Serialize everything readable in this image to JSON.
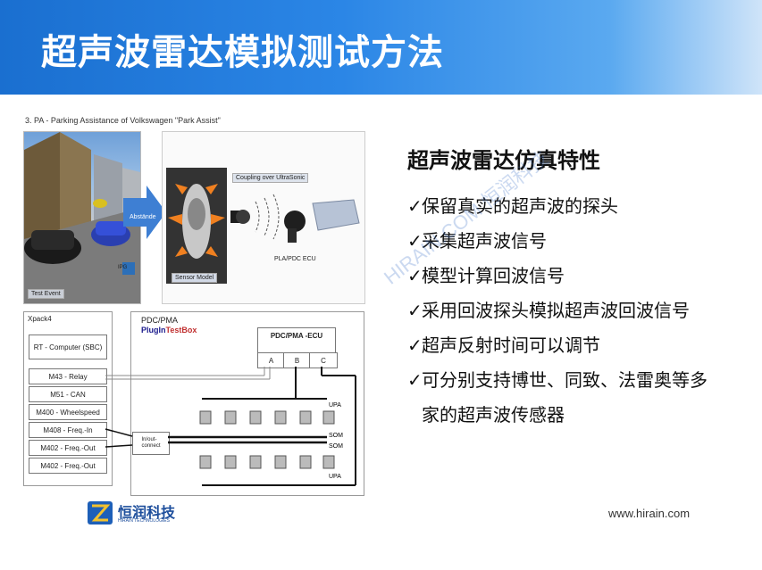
{
  "header": {
    "title": "超声波雷达模拟测试方法"
  },
  "figure": {
    "caption": "3.   PA - Parking Assistance of  Volkswagen \"Park Assist\"",
    "scene_labels": {
      "abstande": "Abstände",
      "test_event": "Test Event",
      "ipg": "IPG"
    },
    "sensor_labels": {
      "coupling": "Coupling over UltraSonic",
      "pla_ecu": "PLA/PDC ECU",
      "sensor_model": "Sensor Model"
    },
    "system": {
      "xpack": "Xpack4",
      "rt_computer": "RT - Computer (SBC)",
      "modules": [
        "M43 - Relay",
        "M51 - CAN",
        "M400 - Wheelspeed",
        "M408 - Freq.-In",
        "M402 - Freq.-Out",
        "M402 - Freq.-Out"
      ],
      "inout": "In/out-\nconnect",
      "pdc_pma": "PDC/PMA",
      "plugin": "PlugIn",
      "testbox": "TestBox",
      "ecu": "PDC/PMA -ECU",
      "pins": [
        "A",
        "B",
        "C"
      ],
      "upa": "UPA",
      "som": "SOM"
    }
  },
  "section": {
    "title": "超声波雷达仿真特性"
  },
  "features": [
    {
      "check": "✓",
      "text": "保留真实的超声波的探头"
    },
    {
      "check": "✓",
      "text": "采集超声波信号"
    },
    {
      "check": "✓",
      "text": "模型计算回波信号"
    },
    {
      "check": "✓",
      "text": "采用回波探头模拟超声波回波信号"
    },
    {
      "check": "✓",
      "text": "超声反射时间可以调节"
    },
    {
      "check": "✓",
      "text": "可分别支持博世、同致、法雷奥等多"
    },
    {
      "check": "",
      "text": "家的超声波传感器"
    }
  ],
  "watermark": "HIRAIN.COM 恒润科技",
  "logo": {
    "cn": "恒润科技",
    "en": "HIRAIN TECHNOLOGIES"
  },
  "footer": {
    "website": "www.hirain.com"
  },
  "colors": {
    "header_blue": "#1a6fd0",
    "logo_blue": "#1d5fb8"
  }
}
